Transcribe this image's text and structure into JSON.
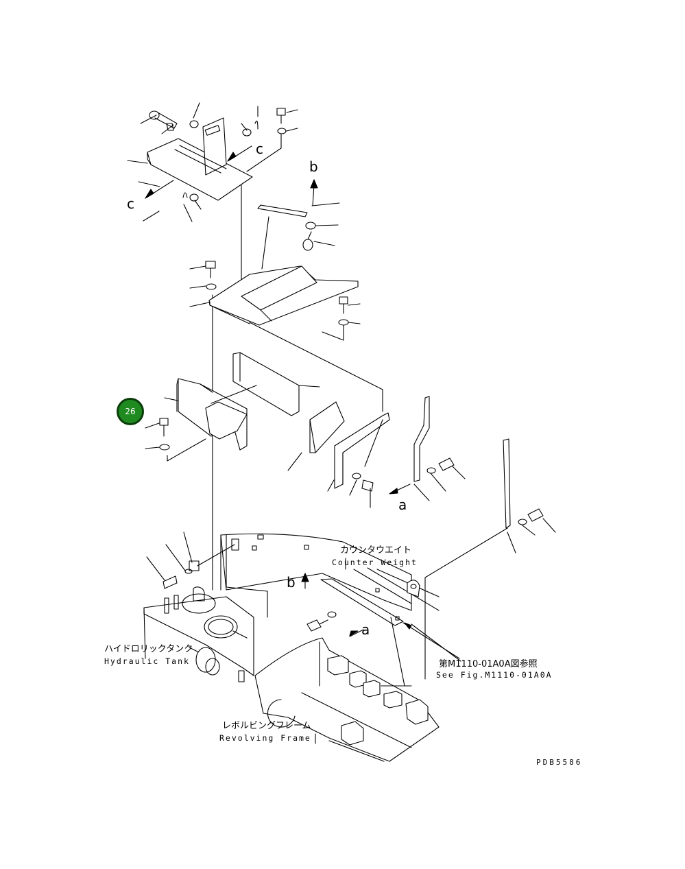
{
  "callouts": {
    "item_26": "26",
    "ref_a_lower": "a",
    "ref_a_right": "a",
    "ref_b_upper": "b",
    "ref_b_lower": "b",
    "ref_c_right": "c",
    "ref_c_left": "c"
  },
  "labels": {
    "counter_weight_jp": "カウンタウエイト",
    "counter_weight_en": "Counter Weight",
    "hydraulic_tank_jp": "ハイドロリックタンク",
    "hydraulic_tank_en": "Hydraulic Tank",
    "see_fig_jp": "第M1110-01A0A図参照",
    "see_fig_en": "See Fig.M1110-01A0A",
    "revolving_frame_jp": "レボルビングフレーム",
    "revolving_frame_en": "Revolving Frame"
  },
  "drawing_code": "PDB5586",
  "colors": {
    "badge_fill": "#1f8a1f",
    "badge_ring": "#0b3d0b",
    "line": "#000000",
    "background": "#ffffff"
  }
}
